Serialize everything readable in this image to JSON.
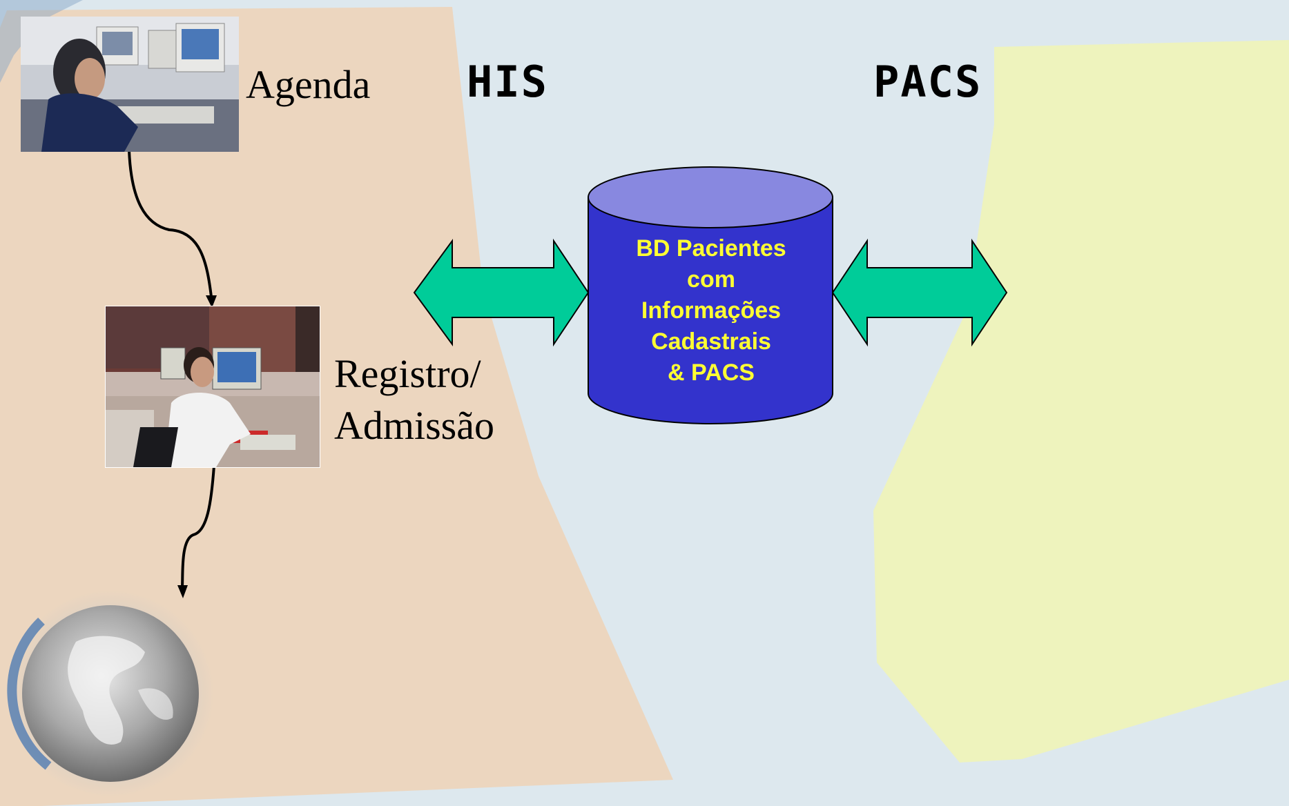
{
  "labels": {
    "agenda": "Agenda",
    "registro_line1": "Registro/",
    "registro_line2": "Admissão",
    "his": "HIS",
    "pacs": "PACS"
  },
  "database": {
    "lines": [
      "BD Pacientes",
      "com",
      "Informações",
      "Cadastrais",
      "& PACS"
    ]
  },
  "colors": {
    "his_region": "#ecd6bf",
    "pacs_region": "#eef3bd",
    "db_body": "#3333cc",
    "db_top": "#8888e0",
    "db_text": "#ffff33",
    "arrow_fill": "#00cc99"
  },
  "icons": {
    "agenda_photo": "person-at-computer-photo",
    "registro_photo": "man-at-desk-computer-photo",
    "globe": "globe-icon"
  }
}
